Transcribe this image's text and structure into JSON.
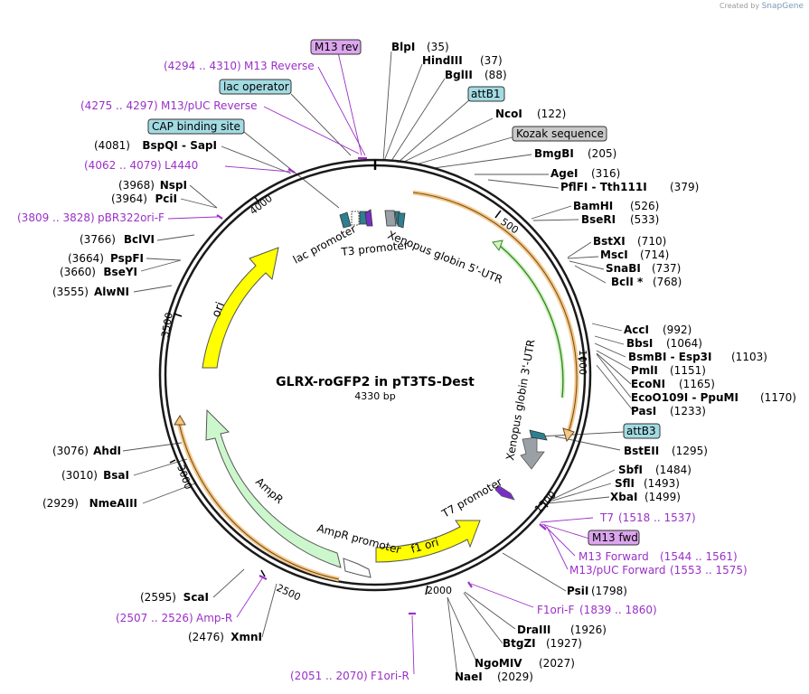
{
  "header": {
    "created_by": "Created by",
    "brand": "SnapGene"
  },
  "map": {
    "name": "GLRX-roGFP2 in pT3TS-Dest",
    "size_label": "4330 bp",
    "total_bp": 4330,
    "tick_labels": [
      "500",
      "1000",
      "1500",
      "2000",
      "2500",
      "3000",
      "3500",
      "4000"
    ]
  },
  "colors": {
    "backbone": "#1a1a1a",
    "enzyme_text": "#000000",
    "coord_text": "#000000",
    "primer": "#9b30c8",
    "ori": "#ffff00",
    "ampr": "#ccf7cc",
    "orf_highlight": "#f5c78a",
    "utr_green": "#2e8b1e",
    "att": "#2e7f8f",
    "gray_feature": "#9aa1a6",
    "lac_box": "#a3dbe3",
    "kozak_box": "#c9c9c9",
    "m13_box": "#dca6ee"
  },
  "enzymes": [
    {
      "name": "BlpI",
      "coord": "(35)",
      "side": "right"
    },
    {
      "name": "HindIII",
      "coord": "(37)",
      "side": "right"
    },
    {
      "name": "BglII",
      "coord": "(88)",
      "side": "right"
    },
    {
      "name": "NcoI",
      "coord": "(122)",
      "side": "right"
    },
    {
      "name": "BmgBI",
      "coord": "(205)",
      "side": "right"
    },
    {
      "name": "AgeI",
      "coord": "(316)",
      "side": "right"
    },
    {
      "name": "PflFI  -  Tth111I",
      "coord": "(379)",
      "side": "right"
    },
    {
      "name": "BamHI",
      "coord": "(526)",
      "side": "right"
    },
    {
      "name": "BseRI",
      "coord": "(533)",
      "side": "right"
    },
    {
      "name": "BstXI",
      "coord": "(710)",
      "side": "right"
    },
    {
      "name": "MscI",
      "coord": "(714)",
      "side": "right"
    },
    {
      "name": "SnaBI",
      "coord": "(737)",
      "side": "right"
    },
    {
      "name": "BclI *",
      "coord": "(768)",
      "side": "right"
    },
    {
      "name": "AccI",
      "coord": "(992)",
      "side": "right"
    },
    {
      "name": "BbsI",
      "coord": "(1064)",
      "side": "right"
    },
    {
      "name": "BsmBI  -  Esp3I",
      "coord": "(1103)",
      "side": "right"
    },
    {
      "name": "PmlI",
      "coord": "(1151)",
      "side": "right"
    },
    {
      "name": "EcoNI",
      "coord": "(1165)",
      "side": "right"
    },
    {
      "name": "EcoO109I  -  PpuMI",
      "coord": "(1170)",
      "side": "right"
    },
    {
      "name": "PasI",
      "coord": "(1233)",
      "side": "right"
    },
    {
      "name": "BstEII",
      "coord": "(1295)",
      "side": "right"
    },
    {
      "name": "SbfI",
      "coord": "(1484)",
      "side": "right"
    },
    {
      "name": "SflI",
      "coord": "(1493)",
      "side": "right"
    },
    {
      "name": "XbaI",
      "coord": "(1499)",
      "side": "right"
    },
    {
      "name": "PsiI",
      "coord": "(1798)",
      "side": "right"
    },
    {
      "name": "DraIII",
      "coord": "(1926)",
      "side": "right"
    },
    {
      "name": "BtgZI",
      "coord": "(1927)",
      "side": "right"
    },
    {
      "name": "NgoMIV",
      "coord": "(2027)",
      "side": "right"
    },
    {
      "name": "NaeI",
      "coord": "(2029)",
      "side": "right"
    },
    {
      "name": "XmnI",
      "coord": "(2476)",
      "side": "left"
    },
    {
      "name": "ScaI",
      "coord": "(2595)",
      "side": "left"
    },
    {
      "name": "NmeAIII",
      "coord": "(2929)",
      "side": "left"
    },
    {
      "name": "BsaI",
      "coord": "(3010)",
      "side": "left"
    },
    {
      "name": "AhdI",
      "coord": "(3076)",
      "side": "left"
    },
    {
      "name": "AlwNI",
      "coord": "(3555)",
      "side": "left"
    },
    {
      "name": "BseYI",
      "coord": "(3660)",
      "side": "left"
    },
    {
      "name": "PspFI",
      "coord": "(3664)",
      "side": "left"
    },
    {
      "name": "BclVI",
      "coord": "(3766)",
      "side": "left"
    },
    {
      "name": "PciI",
      "coord": "(3964)",
      "side": "left"
    },
    {
      "name": "NspI",
      "coord": "(3968)",
      "side": "left"
    },
    {
      "name": "BspQI  -  SapI",
      "coord": "(4081)",
      "side": "left"
    }
  ],
  "primers": [
    {
      "name": "M13 Reverse",
      "range": "(4294 .. 4310)"
    },
    {
      "name": "M13/pUC Reverse",
      "range": "(4275 .. 4297)"
    },
    {
      "name": "L4440",
      "range": "(4062 .. 4079)"
    },
    {
      "name": "pBR322ori-F",
      "range": "(3809 .. 3828)"
    },
    {
      "name": "Amp-R",
      "range": "(2507 .. 2526)"
    },
    {
      "name": "F1ori-R",
      "range": "(2051 .. 2070)"
    },
    {
      "name": "F1ori-F",
      "range": "(1839 .. 1860)"
    },
    {
      "name": "M13/pUC Forward",
      "range": "(1553 .. 1575)"
    },
    {
      "name": "M13 Forward",
      "range": "(1544 .. 1561)"
    },
    {
      "name": "T7",
      "range": "(1518 .. 1537)"
    }
  ],
  "boxed_labels": [
    {
      "name": "M13 rev"
    },
    {
      "name": "lac operator"
    },
    {
      "name": "CAP binding site"
    },
    {
      "name": "attB1"
    },
    {
      "name": "Kozak sequence"
    },
    {
      "name": "attB3"
    },
    {
      "name": "M13 fwd"
    }
  ],
  "features": [
    {
      "name": "ori"
    },
    {
      "name": "AmpR"
    },
    {
      "name": "AmpR promoter"
    },
    {
      "name": "f1 ori"
    },
    {
      "name": "T7 promoter"
    },
    {
      "name": "lac promoter"
    },
    {
      "name": "T3 promoter"
    },
    {
      "name": "Xenopus globin 5'-UTR"
    },
    {
      "name": "Xenopus globin 3'-UTR"
    }
  ]
}
